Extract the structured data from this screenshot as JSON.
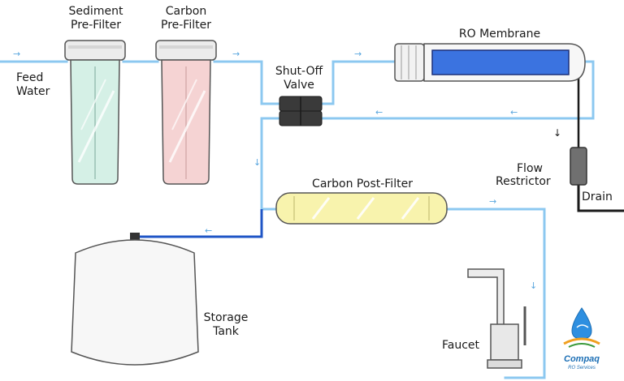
{
  "labels": {
    "sediment_1": "Sediment",
    "sediment_2": "Pre-Filter",
    "carbon_1": "Carbon",
    "carbon_2": "Pre-Filter",
    "feed_1": "Feed",
    "feed_2": "Water",
    "shutoff_1": "Shut-Off",
    "shutoff_2": "Valve",
    "ro_membrane": "RO Membrane",
    "flow_1": "Flow",
    "flow_2": "Restrictor",
    "drain": "Drain",
    "post_filter": "Carbon Post-Filter",
    "storage_1": "Storage",
    "storage_2": "Tank",
    "faucet": "Faucet"
  },
  "logo": {
    "name": "Compaq",
    "tagline": "RO Services"
  },
  "arrows": {
    "right": "→",
    "left": "←",
    "down": "↓"
  },
  "colors": {
    "pipe_light": "#8cc8f0",
    "pipe_dark": "#1f55c6",
    "drain_line": "#1a1a1a",
    "sediment_fill": "#d5f0e6",
    "carbon_fill": "#f5d3d3",
    "post_filter_fill": "#f8f3ad",
    "membrane_fill": "#3b73e0",
    "tank_fill": "#f7f7f7"
  }
}
